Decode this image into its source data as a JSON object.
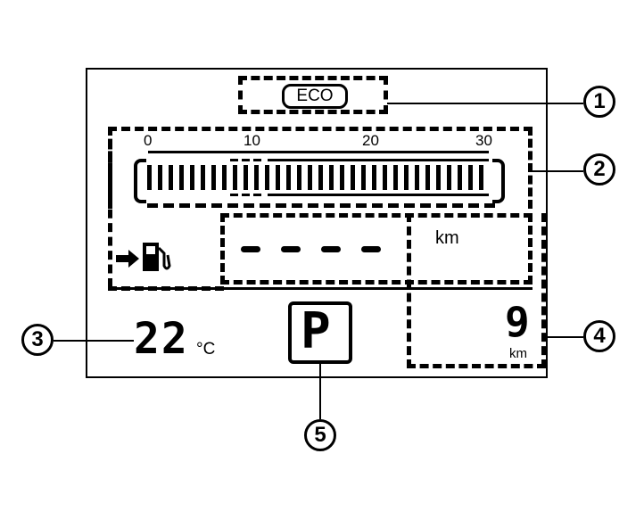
{
  "eco": {
    "label": "ECO"
  },
  "gauge": {
    "ticks": [
      "0",
      "10",
      "20",
      "30"
    ],
    "segment_count": 32
  },
  "distance": {
    "value": "- - - -",
    "unit": "km"
  },
  "temperature": {
    "value": "22",
    "unit": "°C"
  },
  "range": {
    "value": "9",
    "unit": "km"
  },
  "gear": {
    "value": "P"
  },
  "fuel_icon": "fuel-pump-icon",
  "callouts": [
    "①",
    "②",
    "③",
    "④",
    "⑤"
  ],
  "callout_numbers": [
    "1",
    "2",
    "3",
    "4",
    "5"
  ]
}
